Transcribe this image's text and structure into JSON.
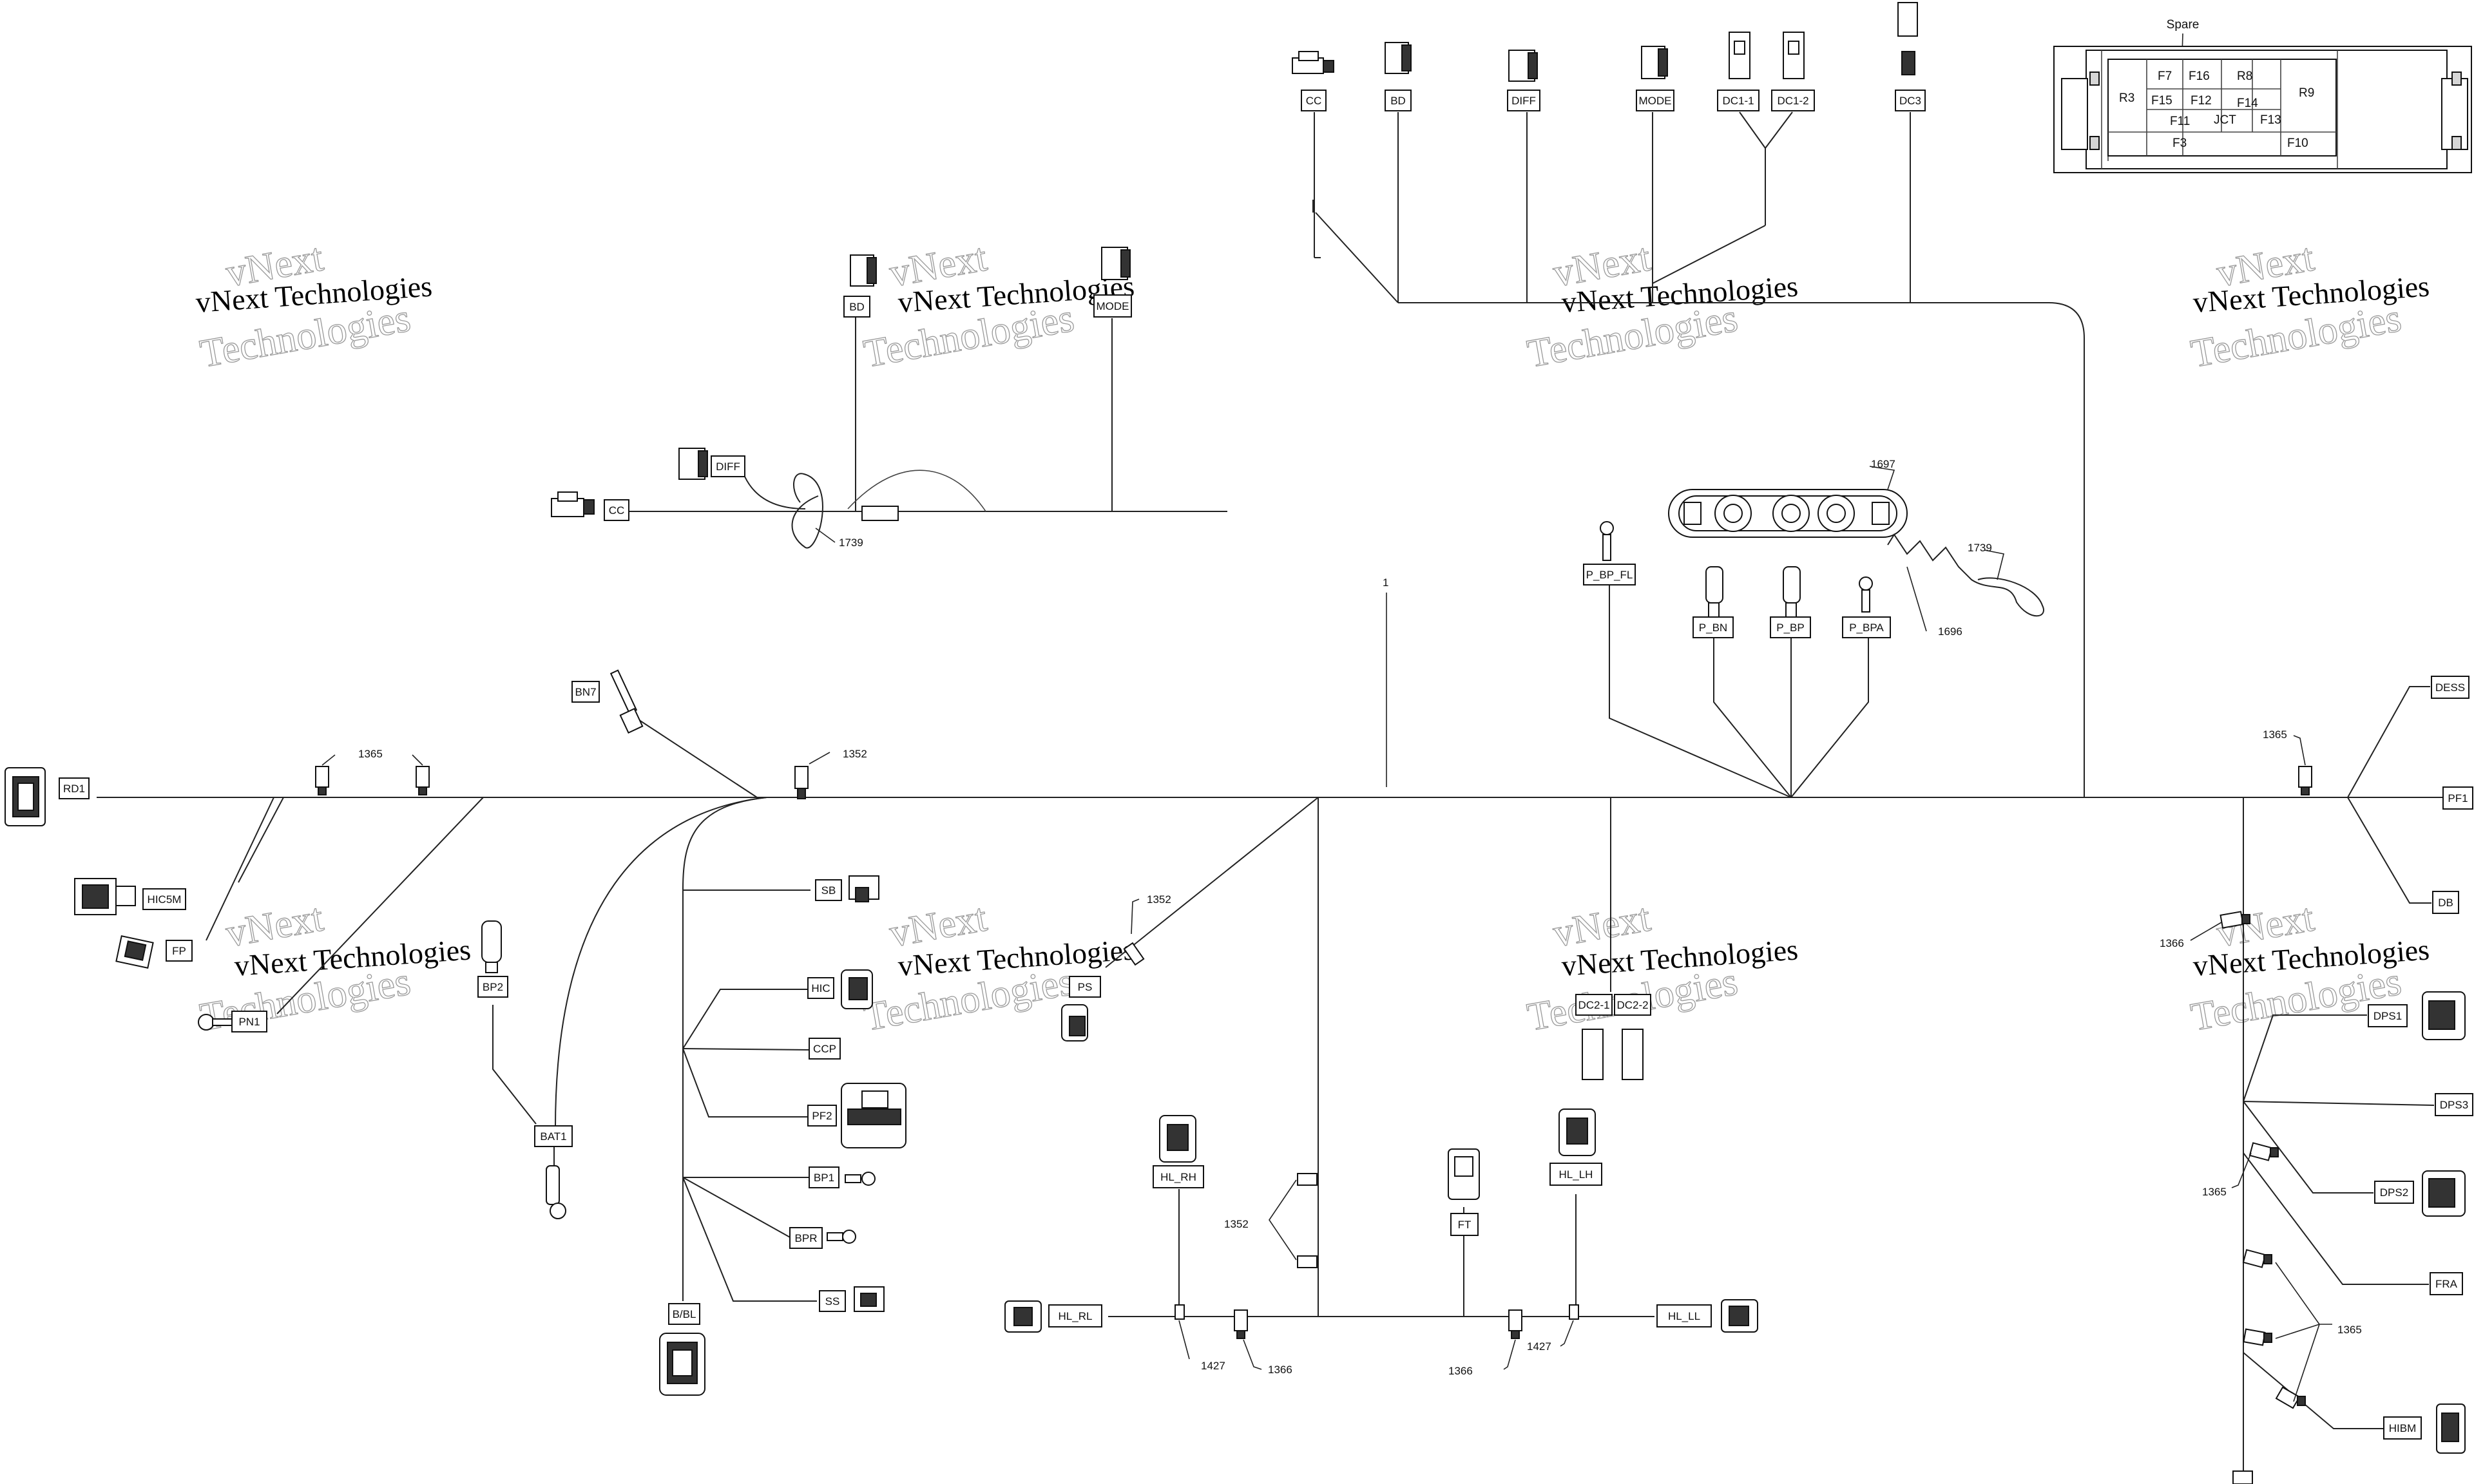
{
  "watermark": {
    "line1": "vNext",
    "line2": "vNext Technologies",
    "line3": "Technologies"
  },
  "fuse_box": {
    "spare_label": "Spare",
    "cells": [
      "F7",
      "F16",
      "R8",
      "R3",
      "F15",
      "F12",
      "F14",
      "R9",
      "F11",
      "JCT",
      "F13",
      "F3",
      "F10"
    ]
  },
  "top_connectors": [
    "CC",
    "BD",
    "DIFF",
    "MODE",
    "DC1-1",
    "DC1-2",
    "DC3"
  ],
  "upper_left_harness": {
    "bd": "BD",
    "mode": "MODE",
    "diff": "DIFF",
    "cc": "CC",
    "ref_1739": "1739"
  },
  "battery_posts": {
    "p_bp_fl": "P_BP_FL",
    "p_bn": "P_BN",
    "p_bp": "P_BP",
    "p_bpa": "P_BPA",
    "ref_1697": "1697",
    "ref_1739": "1739",
    "ref_1696": "1696"
  },
  "harness_ref": "1",
  "main_trunk": {
    "rd1": "RD1",
    "ref_1365": "1365",
    "ref_1352": "1352",
    "bn7": "BN7",
    "hic5m": "HIC5M",
    "fp": "FP",
    "pn1": "PN1",
    "bp2": "BP2",
    "bat1": "BAT1"
  },
  "branch_left": [
    "SB",
    "HIC",
    "CCP",
    "PF2",
    "BP1",
    "BPR",
    "SS",
    "B/BL"
  ],
  "mid_section": {
    "ref_1352": "1352",
    "ps": "PS",
    "dc2_1": "DC2-1",
    "dc2_2": "DC2-2"
  },
  "lower_section": {
    "hl_rh": "HL_RH",
    "hl_rl": "HL_RL",
    "ft": "FT",
    "hl_lh": "HL_LH",
    "hl_ll": "HL_LL",
    "ref_1352": "1352",
    "ref_1427_left": "1427",
    "ref_1366_left": "1366",
    "ref_1427_right": "1427",
    "ref_1366_right": "1366"
  },
  "right_section": {
    "dess": "DESS",
    "pf1": "PF1",
    "db": "DB",
    "ref_1365_top": "1365",
    "ref_1366": "1366",
    "dps1": "DPS1",
    "dps3": "DPS3",
    "dps2": "DPS2",
    "ref_1365_mid": "1365",
    "fra": "FRA",
    "ref_1365_bottom": "1365",
    "hibm": "HIBM"
  }
}
